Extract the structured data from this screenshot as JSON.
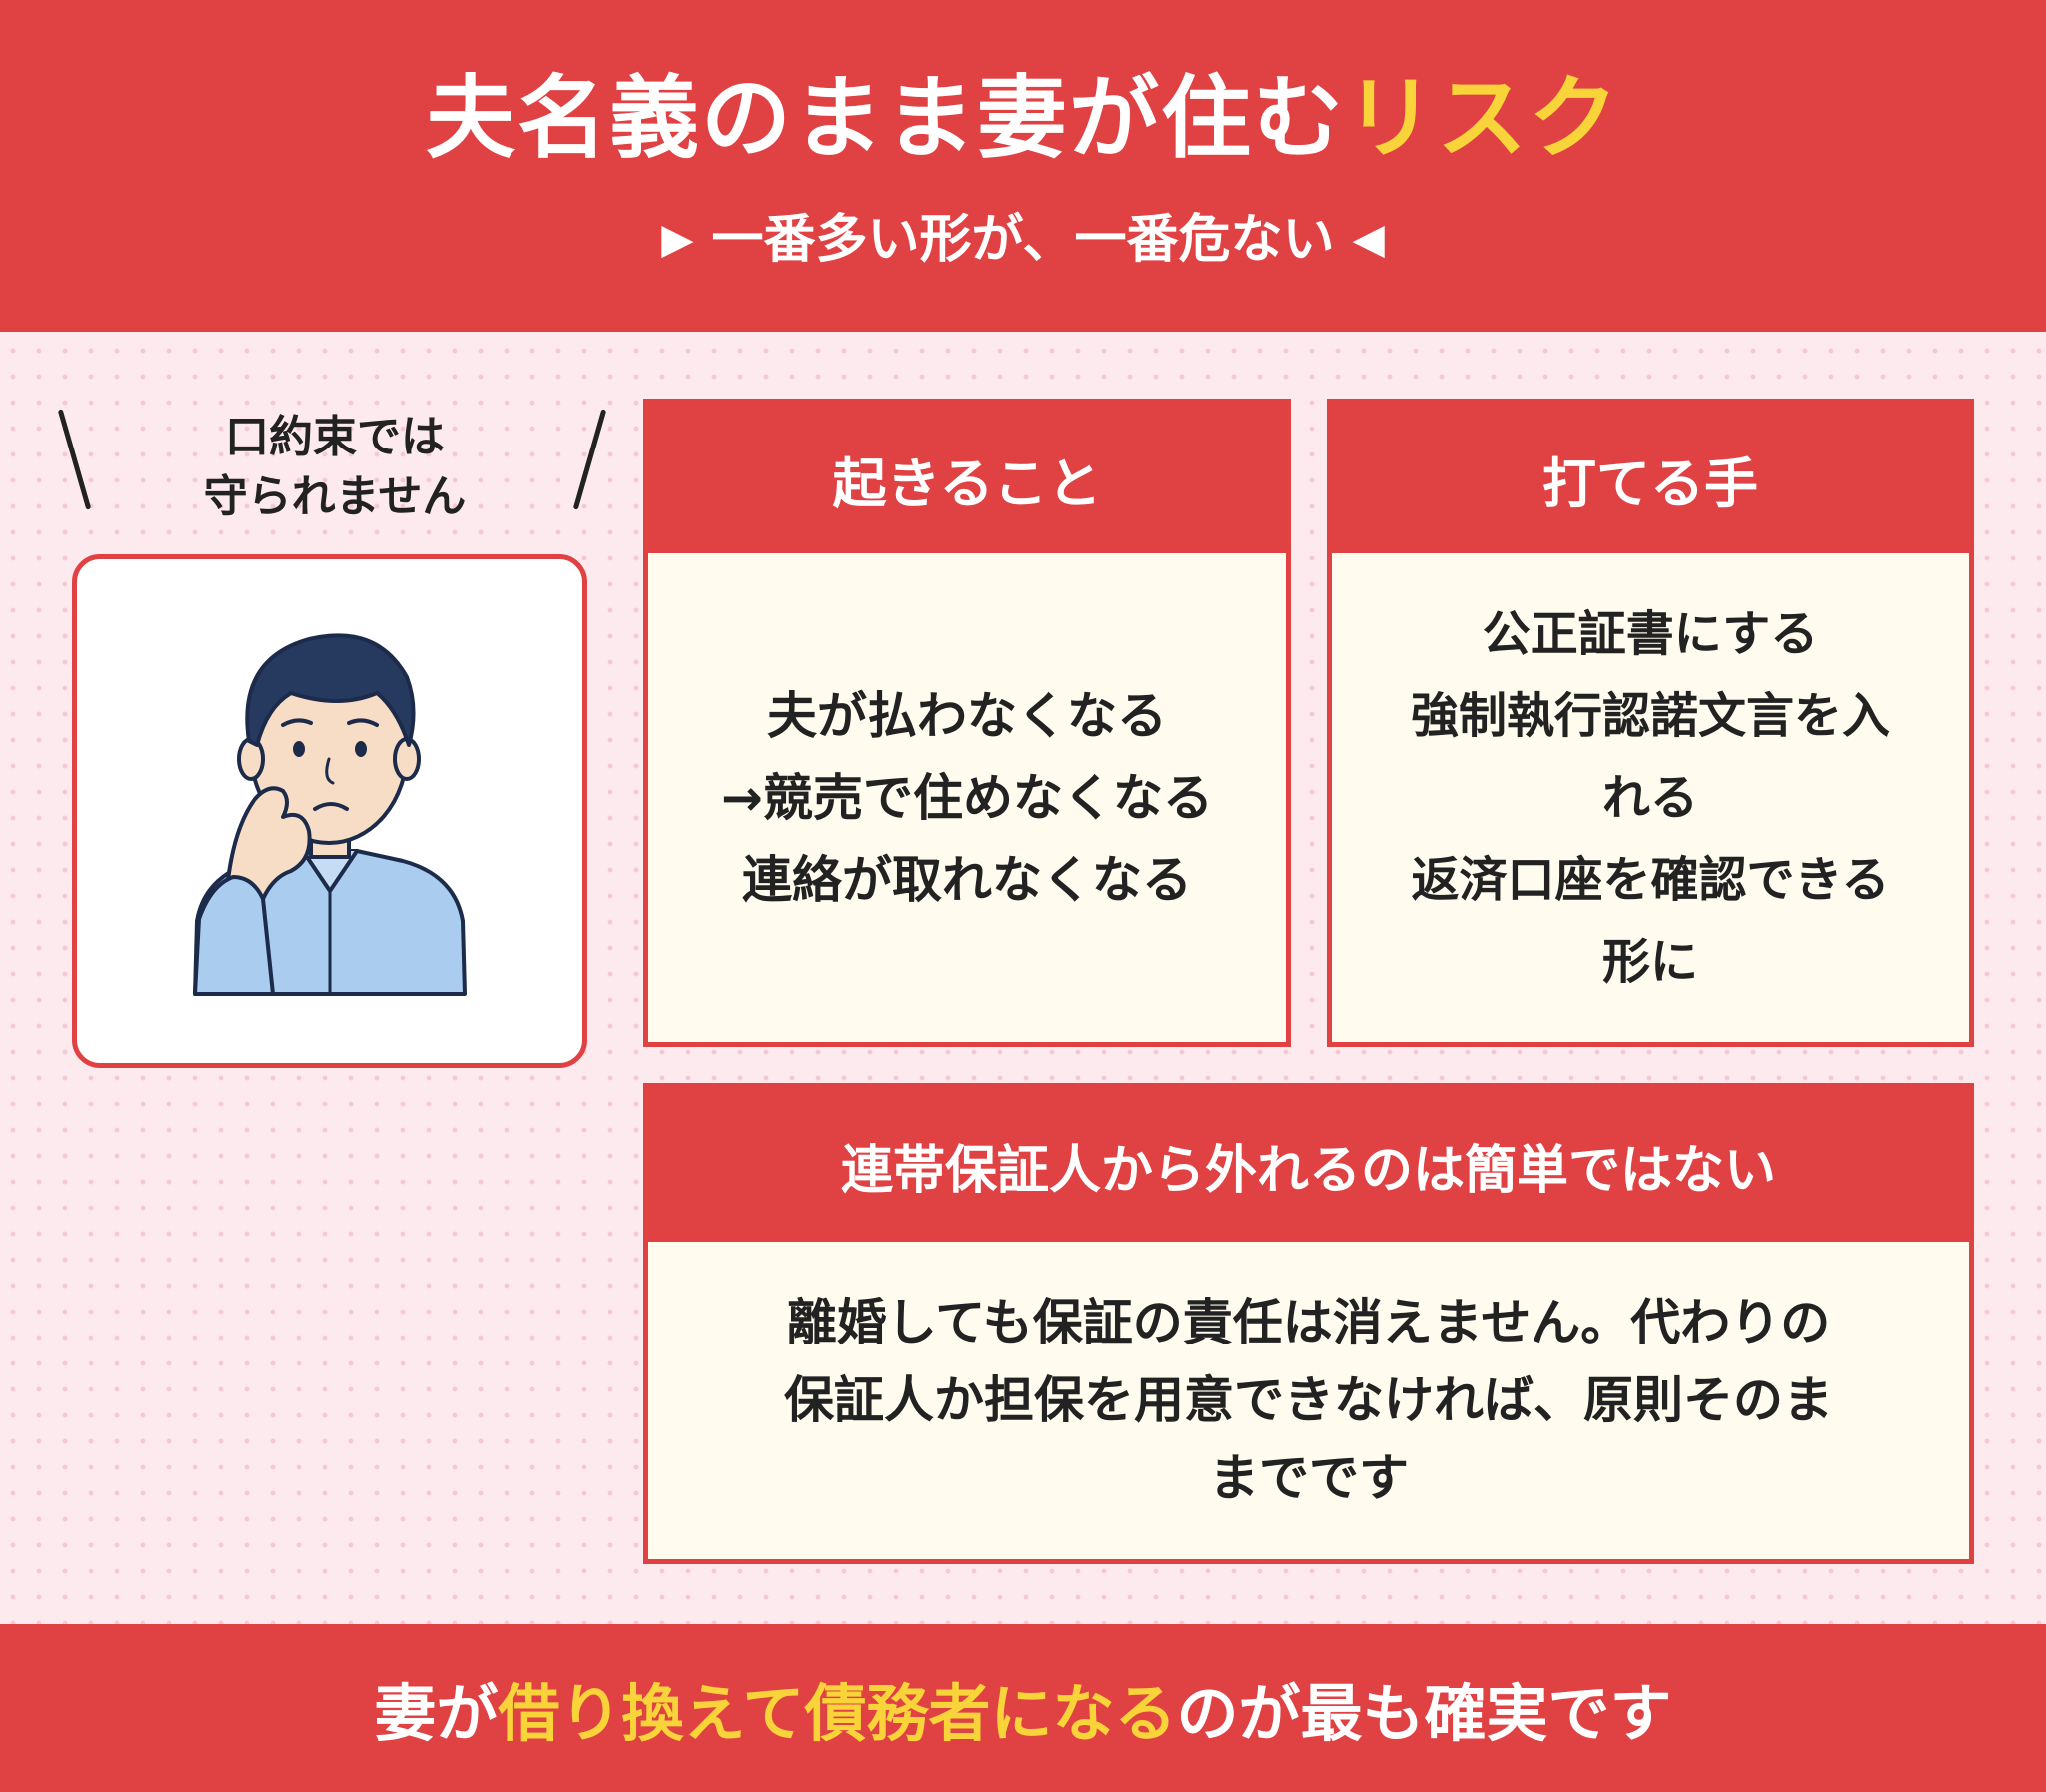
{
  "header": {
    "title_main": "夫名義のまま妻が住む",
    "title_accent": "リスク",
    "subtitle_left_marker": "▶",
    "subtitle": "一番多い形が、一番危ない",
    "subtitle_right_marker": "◀"
  },
  "caption": {
    "line1": "口約束では",
    "line2": "守られません"
  },
  "cards": {
    "happens": {
      "title": "起きること",
      "lines": [
        "夫が払わなくなる",
        "→競売で住めなくなる",
        "連絡が取れなくなる"
      ]
    },
    "measures": {
      "title": "打てる手",
      "lines": [
        "公正証書にする",
        "強制執行認諾文言を入",
        "れる",
        "返済口座を確認できる",
        "形に"
      ]
    },
    "guarantor": {
      "title": "連帯保証人から外れるのは簡単ではない",
      "lines": [
        "離婚しても保証の責任は消えません。代わりの",
        "保証人か担保を用意できなければ、原則そのま",
        "までです"
      ]
    }
  },
  "footer": {
    "part1": "妻が",
    "highlight": "借り換えて債務者になる",
    "part2": "のが最も確実です"
  },
  "colors": {
    "primary_red": "#e04143",
    "accent_yellow": "#f8d43a",
    "card_body": "#fffbee",
    "page_background": "#fdeaee"
  }
}
